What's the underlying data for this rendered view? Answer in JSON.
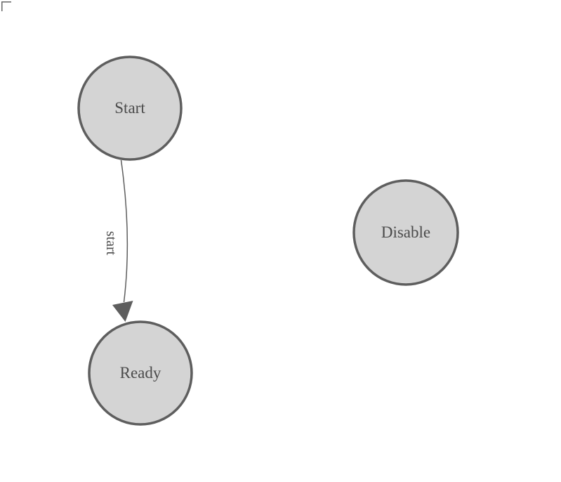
{
  "diagram": {
    "type": "state-diagram",
    "background_color": "#ffffff"
  },
  "colors": {
    "node_fill": "#d4d4d4",
    "node_stroke": "#5e5e5e",
    "edge_stroke": "#5e5e5e",
    "arrowhead_fill": "#5e5e5e",
    "label_text": "#4b4b4b",
    "origin_marker": "#666666"
  },
  "nodes": [
    {
      "label": "Start"
    },
    {
      "label": "Ready"
    },
    {
      "label": "Disable"
    }
  ],
  "edges": [
    {
      "from": "Start",
      "to": "Ready",
      "label": "start"
    }
  ]
}
